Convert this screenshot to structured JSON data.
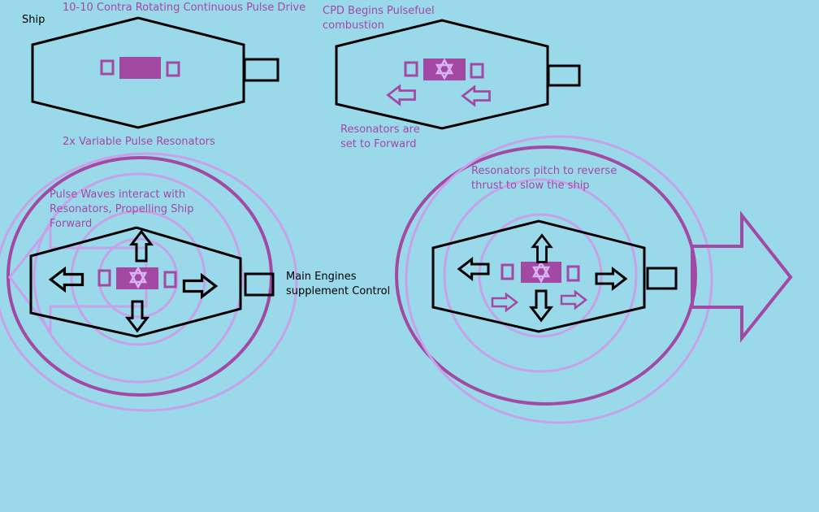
{
  "colors": {
    "background": "#99d9ea",
    "outline": "#000000",
    "pulse_drive": "#a349a4",
    "pulse_wave": "#c8a2e8"
  },
  "labels": {
    "ship": "Ship",
    "cpd_title": "10-10 Contra Rotating Continuous Pulse Drive",
    "cpd_combustion": "CPD Begins Pulsefuel\ncombustion",
    "resonators_forward": "Resonators are\nset to Forward",
    "resonators_count": "2x Variable Pulse Resonators",
    "pulse_waves": "Pulse Waves interact with\nResonators, Propelling Ship\nForward",
    "main_engines": "Main Engines\nsupplement Control",
    "resonators_reverse": "Resonators pitch to reverse\nthrust to slow the ship"
  }
}
